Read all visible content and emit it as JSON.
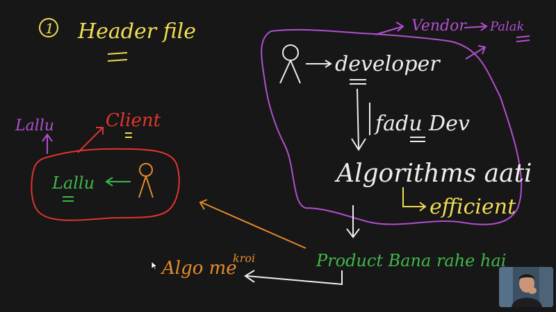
{
  "board": {
    "num": "1",
    "title": "Header file",
    "vendor": "Vendor",
    "palak": "Palak",
    "developer": "developer",
    "fadu_dev": "fadu Dev",
    "algorithms": "Algorithms aati",
    "efficient": "efficient",
    "product": "Product Bana rahe hai",
    "algo": "Algo me",
    "kroi": "kroi",
    "lallu_top": "Lallu",
    "client": "Client",
    "lallu_inner": "Lallu"
  },
  "colors": {
    "background": "#171717",
    "yellow": "#f2dd55",
    "purple": "#b24fd1",
    "red": "#e2352e",
    "green": "#3fb84a",
    "orange": "#e58a2c",
    "white": "#eeeeee"
  }
}
